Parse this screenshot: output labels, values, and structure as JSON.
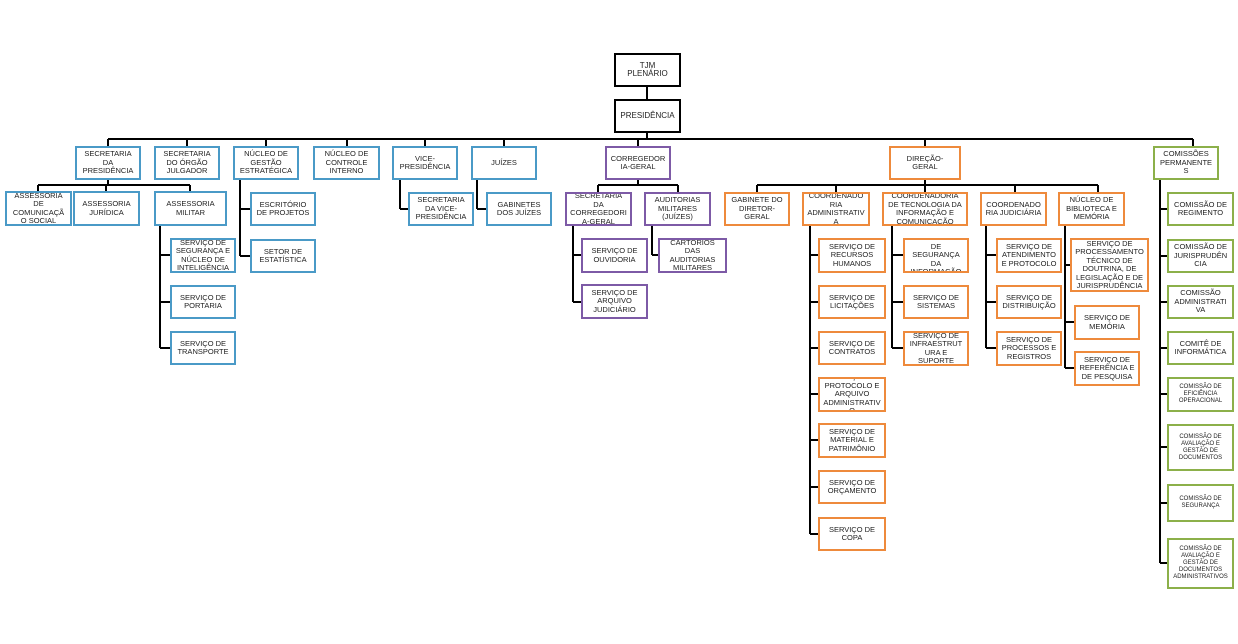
{
  "colors": {
    "top": "#000000",
    "presidencia": "#4a9ac7",
    "corregedoria": "#7d5aa6",
    "direcao": "#ee8a3c",
    "comissoes": "#8cb04a"
  },
  "nodes": {
    "plenario": "TJM PLENÁRIO",
    "presidencia": "PRESIDÊNCIA",
    "sec_presidencia": "SECRETARIA DA PRESIDÊNCIA",
    "sec_orgao": "SECRETARIA DO ÓRGÃO JULGADOR",
    "nucleo_gestao": "NÚCLEO DE GESTÃO ESTRATÉGICA",
    "nucleo_controle": "NÚCLEO DE CONTROLE INTERNO",
    "vice": "VICE-PRESIDÊNCIA",
    "juizes": "JUÍZES",
    "corregedoria": "CORREGEDORIA-GERAL",
    "direcao": "DIREÇÃO-GERAL",
    "comissoes": "COMISSÕES PERMANENTES",
    "assess_com": "ASSESSORIA DE COMUNICAÇÃO SOCIAL",
    "assess_jur": "ASSESSORIA JURÍDICA",
    "assess_mil": "ASSESSORIA MILITAR",
    "serv_seg_intel": "SERVIÇO DE SEGURANÇA E NÚCLEO DE INTELIGÊNCIA",
    "serv_portaria": "SERVIÇO DE PORTARIA",
    "serv_transporte": "SERVIÇO DE TRANSPORTE",
    "escr_projetos": "ESCRITÓRIO DE PROJETOS",
    "setor_estat": "SETOR DE ESTATÍSTICA",
    "sec_vice": "SECRETARIA DA VICE-PRESIDÊNCIA",
    "gab_juizes": "GABINETES DOS JUÍZES",
    "sec_corregedoria": "SECRETARIA DA CORREGEDORIA-GERAL",
    "aud_militares": "AUDITORIAS MILITARES (JUÍZES)",
    "serv_ouvidoria": "SERVIÇO DE OUVIDORIA",
    "serv_arq_jud": "SERVIÇO DE ARQUIVO JUDICIÁRIO",
    "cartorios": "CARTÓRIOS DAS AUDITORIAS MILITARES",
    "gab_diretor": "GABINETE DO DIRETOR-GERAL",
    "coord_adm": "COORDENADORIA ADMINISTRATIVA",
    "coord_ti": "COORDENADORIA DE TECNOLOGIA DA INFORMAÇÃO E COMUNICAÇÃO",
    "coord_jud": "COORDENADORIA JUDICIÁRIA",
    "nucleo_bib": "NÚCLEO DE BIBLIOTECA E MEMÓRIA",
    "serv_rh": "SERVIÇO DE RECURSOS HUMANOS",
    "serv_licit": "SERVIÇO DE LICITAÇÕES",
    "serv_contratos": "SERVIÇO DE CONTRATOS",
    "serv_protocolo_arq": "SERVIÇO DE PROTOCOLO E ARQUIVO ADMINISTRATIVO",
    "serv_material": "SERVIÇO DE MATERIAL E PATRIMÔNIO",
    "serv_orcamento": "SERVIÇO DE ORÇAMENTO",
    "serv_copa": "SERVIÇO DE COPA",
    "escr_seg_info": "ESCRITÓRIO DE SEGURANÇA DA INFORMAÇÃO",
    "serv_sistemas": "SERVIÇO DE SISTEMAS",
    "serv_infra": "SERVIÇO DE INFRAESTRUTURA E SUPORTE",
    "serv_atend": "SERVIÇO DE ATENDIMENTO E PROTOCOLO",
    "serv_distrib": "SERVIÇO DE DISTRIBUIÇÃO",
    "serv_proc_reg": "SERVIÇO DE PROCESSOS E REGISTROS",
    "serv_proc_tec": "SERVIÇO DE PROCESSAMENTO TÉCNICO DE DOUTRINA, DE LEGISLAÇÃO E DE JURISPRUDÊNCIA",
    "serv_memoria": "SERVIÇO DE MEMÓRIA",
    "serv_ref": "SERVIÇO DE REFERÊNCIA E DE PESQUISA",
    "com_regimento": "COMISSÃO DE REGIMENTO",
    "com_jurisp": "COMISSÃO DE JURISPRUDÊNCIA",
    "com_adm": "COMISSÃO ADMINISTRATIVA",
    "com_informatica": "COMITÊ DE INFORMÁTICA",
    "com_efic": "COMISSÃO DE EFICIÊNCIA OPERACIONAL",
    "com_aval_doc": "COMISSÃO DE AVALIAÇÃO E GESTÃO DE DOCUMENTOS",
    "com_seg": "COMISSÃO DE SEGURANÇA",
    "com_aval_doc_adm": "COMISSÃO DE AVALIAÇÃO E GESTÃO DE DOCUMENTOS ADMINISTRATIVOS"
  }
}
